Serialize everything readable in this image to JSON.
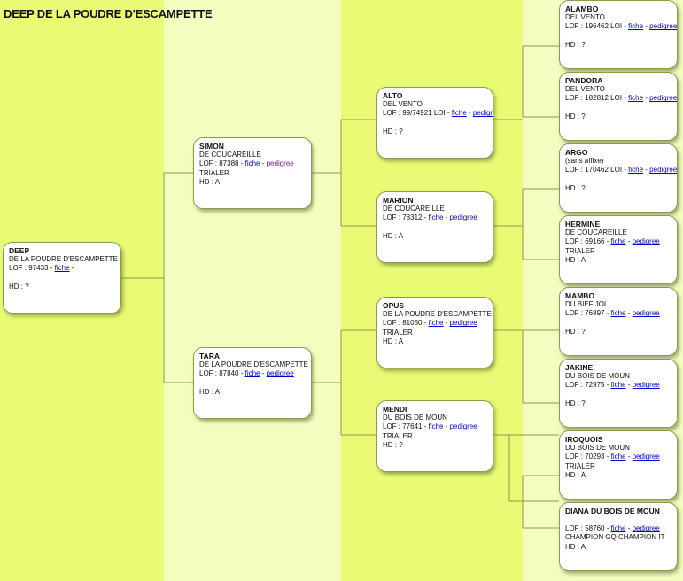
{
  "page": {
    "title": "DEEP DE LA POUDRE D'ESCAMPETTE"
  },
  "colors": {
    "col_dark": "#e9fb74",
    "col_light": "#f5fcc0",
    "line": "#8a9a50",
    "link": "#0000cc",
    "link_visited": "#7b1a8a"
  },
  "pedigree": {
    "deep": {
      "name": "DEEP",
      "affix": "DE LA POUDRE D'ESCAMPETTE",
      "lof": "LOF : 97433 - ",
      "fiche": "fiche",
      "sep": " -",
      "pedigree": "",
      "title": "",
      "hd": "HD : ?"
    },
    "simon": {
      "name": "SIMON",
      "affix": "DE COUCAREILLE",
      "lof": "LOF : 87388 - ",
      "fiche": "fiche",
      "sep": " - ",
      "pedigree": "pedigree",
      "title": "TRIALER",
      "hd": "HD : A"
    },
    "tara": {
      "name": "TARA",
      "affix": "DE LA POUDRE D'ESCAMPETTE",
      "lof": "LOF : 87840 - ",
      "fiche": "fiche",
      "sep": " - ",
      "pedigree": "pedigree",
      "title": "",
      "hd": "HD : A"
    },
    "alto": {
      "name": "ALTO",
      "affix": "DEL VENTO",
      "lof": "LOF : 99/74921 LOI - ",
      "fiche": "fiche",
      "sep": " - ",
      "pedigree": "pedigree",
      "title": "",
      "hd": "HD : ?"
    },
    "marion": {
      "name": "MARION",
      "affix": "DE COUCAREILLE",
      "lof": "LOF : 78312 - ",
      "fiche": "fiche",
      "sep": " - ",
      "pedigree": "pedigree",
      "title": "",
      "hd": "HD : A"
    },
    "opus": {
      "name": "OPUS",
      "affix": "DE LA POUDRE D'ESCAMPETTE",
      "lof": "LOF : 81050 - ",
      "fiche": "fiche",
      "sep": " - ",
      "pedigree": "pedigree",
      "title": "TRIALER",
      "hd": "HD : A"
    },
    "mendi": {
      "name": "MENDI",
      "affix": "DU BOIS DE MOUN",
      "lof": "LOF : 77641 - ",
      "fiche": "fiche",
      "sep": " - ",
      "pedigree": "pedigree",
      "title": "TRIALER",
      "hd": "HD : ?"
    },
    "alambo": {
      "name": "ALAMBO",
      "affix": "DEL VENTO",
      "lof": "LOF : 196462 LOI - ",
      "fiche": "fiche",
      "sep": " - ",
      "pedigree": "pedigree",
      "title": "",
      "hd": "HD : ?"
    },
    "pandora": {
      "name": "PANDORA",
      "affix": "DEL VENTO",
      "lof": "LOF : 182812 LOI - ",
      "fiche": "fiche",
      "sep": " - ",
      "pedigree": "pedigree",
      "title": "",
      "hd": "HD : ?"
    },
    "argo": {
      "name": "ARGO",
      "affix": "(sans affixe)",
      "lof": "LOF : 170462 LOI - ",
      "fiche": "fiche",
      "sep": " - ",
      "pedigree": "pedigree",
      "title": "",
      "hd": "HD : ?"
    },
    "hermine": {
      "name": "HERMINE",
      "affix": "DE COUCAREILLE",
      "lof": "LOF : 69166 - ",
      "fiche": "fiche",
      "sep": " - ",
      "pedigree": "pedigree",
      "title": "TRIALER",
      "hd": "HD : A"
    },
    "mambo": {
      "name": "MAMBO",
      "affix": "DU BIEF JOLI",
      "lof": "LOF : 76897 - ",
      "fiche": "fiche",
      "sep": " - ",
      "pedigree": "pedigree",
      "title": "",
      "hd": "HD : ?"
    },
    "jakine": {
      "name": "JAKINE",
      "affix": "DU BOIS DE MOUN",
      "lof": "LOF : 72975 - ",
      "fiche": "fiche",
      "sep": " - ",
      "pedigree": "pedigree",
      "title": "",
      "hd": "HD : ?"
    },
    "iroquois": {
      "name": "IROQUOIS",
      "affix": "DU BOIS DE MOUN",
      "lof": "LOF : 70293 - ",
      "fiche": "fiche",
      "sep": " - ",
      "pedigree": "pedigree",
      "title": "TRIALER",
      "hd": "HD : A"
    },
    "diana": {
      "name": "DIANA DU BOIS DE MOUN",
      "affix": "",
      "lof": "LOF : 58760 - ",
      "fiche": "fiche",
      "sep": " - ",
      "pedigree": "pedigree",
      "title": "CHAMPION GQ CHAMPION IT",
      "hd": "HD : A"
    }
  }
}
